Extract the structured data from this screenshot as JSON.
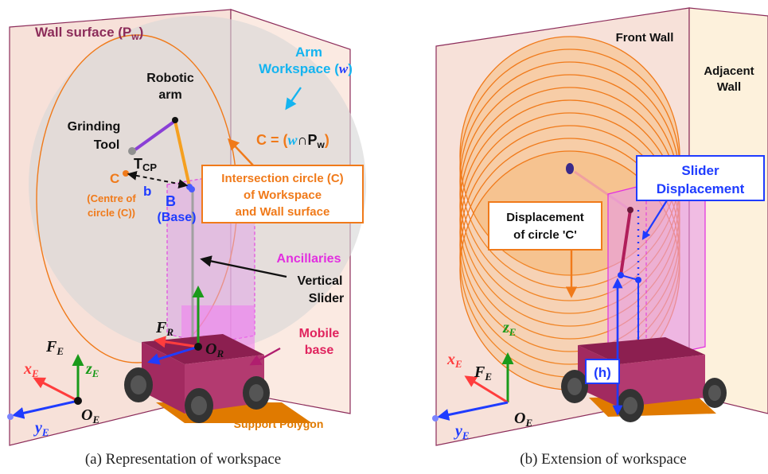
{
  "panel_a": {
    "wall_surface": "Wall surface (P",
    "wall_surface_sub": "w",
    "wall_surface_close": ")",
    "arm_workspace": "Arm",
    "arm_workspace2": "Workspace (",
    "arm_workspace_w": "w",
    "arm_workspace_close": ")",
    "robotic_arm_1": "Robotic",
    "robotic_arm_2": "arm",
    "grinding_1": "Grinding",
    "grinding_2": "Tool",
    "tcp_main": "T",
    "tcp_sub": "CP",
    "c_eq_c": "C = (",
    "c_eq_w": "w",
    "c_eq_cap": "∩P",
    "c_eq_sub": "w",
    "c_eq_close": ")",
    "c_label": "C",
    "b_label": "b",
    "B_label": "B",
    "base_label": "(Base)",
    "centre_1": "(Centre of",
    "centre_2": "circle (C))",
    "inter_1": "Intersection circle (C)",
    "inter_2": "of Workspace",
    "inter_3": "and  Wall surface",
    "ancillaries": "Ancillaries",
    "vslider_1": "Vertical",
    "vslider_2": "Slider",
    "fr_main": "F",
    "fr_sub": "R",
    "or_main": "O",
    "or_sub": "R",
    "mobile_1": "Mobile",
    "mobile_2": "base",
    "fe_main": "F",
    "fe_sub": "E",
    "xe_main": "x",
    "xe_sub": "E",
    "ze_main": "z",
    "ze_sub": "E",
    "ye_main": "y",
    "ye_sub": "E",
    "oe_main": "O",
    "oe_sub": "E",
    "support": "Support Polygon",
    "caption": "(a) Representation of workspace"
  },
  "panel_b": {
    "front_wall": "Front Wall",
    "adjacent_1": "Adjacent",
    "adjacent_2": "Wall",
    "slider_1": "Slider",
    "slider_2": "Displacement",
    "disp_1": "Displacement",
    "disp_2": "of circle 'C'",
    "ze_main": "z",
    "ze_sub": "E",
    "xe_main": "x",
    "xe_sub": "E",
    "fe_main": "F",
    "fe_sub": "E",
    "h_label": "(h)",
    "ye_main": "y",
    "ye_sub": "E",
    "oe_main": "O",
    "oe_sub": "E",
    "caption": "(b) Extension of workspace"
  },
  "colors": {
    "wall": "#f7e1d9",
    "workspace": "#dcdcdc",
    "orange": "#f07a1a",
    "magenta": "#e22fe0",
    "purple": "#8a3fd6",
    "blue": "#1f3cff",
    "green": "#1a9a1a",
    "red": "#ff3d3d",
    "cyan": "#14b4f0",
    "maroon": "#8c2c5a",
    "base": "#9a2355"
  },
  "icons": {
    "wheel": "wheel-icon",
    "arrow": "arrow-icon"
  }
}
